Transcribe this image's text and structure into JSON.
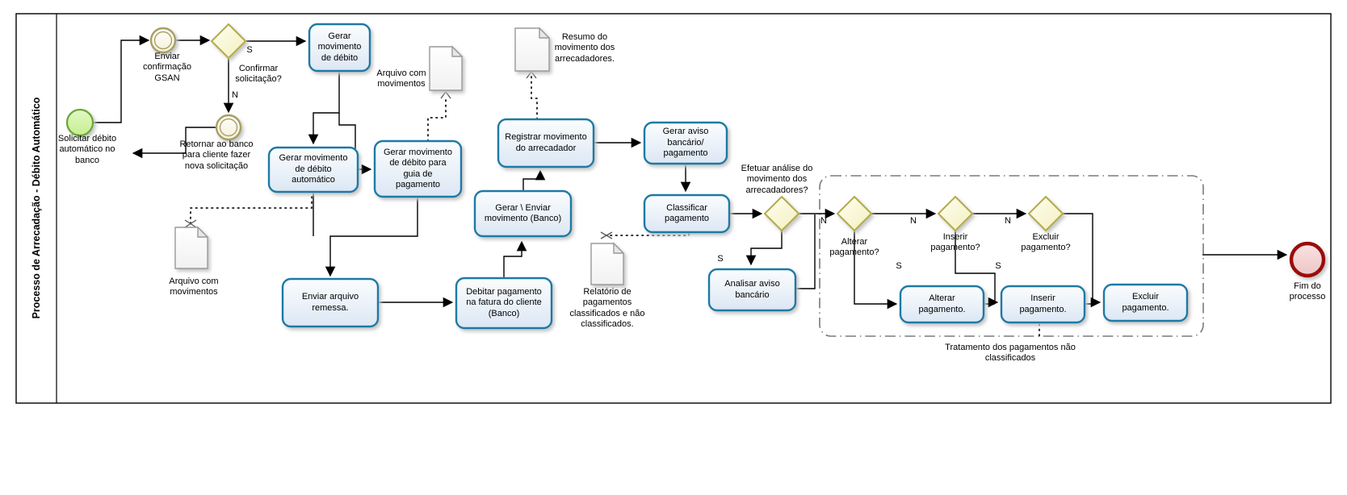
{
  "pool": {
    "label": "Processo  de Arrecadação - Débito Automático"
  },
  "events": {
    "start": {
      "label": "Solicitar débito\nautomático no\nbanco"
    },
    "enviar_confirmacao_gsan": {
      "label": "Enviar\nconfirmação\nGSAN"
    },
    "retornar_ao_banco": {
      "label": "Retornar ao banco\npara cliente fazer\nnova solicitação"
    },
    "fim_do_processo": {
      "label": "Fim do\nprocesso"
    }
  },
  "gateways": {
    "confirmar_solicitacao": {
      "label": "Confirmar\nsolicitação?",
      "yes": "S",
      "no": "N"
    },
    "efetuar_analise": {
      "label": "Efetuar análise do\nmovimento dos\narrecadadores?",
      "yes": "S",
      "no": "N"
    },
    "alterar_pagamento": {
      "label": "Alterar\npagamento?",
      "yes": "S",
      "no": "N"
    },
    "inserir_pagamento": {
      "label": "Inserir\npagamento?",
      "yes": "S",
      "no": "N"
    },
    "excluir_pagamento": {
      "label": "Excluir\npagamento?"
    }
  },
  "tasks": {
    "gerar_movimento_debito": {
      "label": "Gerar\nmovimento\nde débito"
    },
    "gerar_movimento_debito_automatico": {
      "label": "Gerar movimento\nde débito\nautomático"
    },
    "gerar_movimento_guia": {
      "label": "Gerar movimento\nde débito para\nguia de\npagamento"
    },
    "registrar_movimento": {
      "label": "Registrar movimento\ndo arrecadador"
    },
    "gerar_aviso": {
      "label": "Gerar aviso\nbancário/\npagamento"
    },
    "classificar_pagamento": {
      "label": "Classificar\npagamento"
    },
    "gerar_enviar_movimento": {
      "label": "Gerar \\ Enviar\nmovimento (Banco)"
    },
    "debitar_pagamento": {
      "label": "Debitar pagamento\nna fatura do cliente\n(Banco)"
    },
    "enviar_arquivo_remessa": {
      "label": "Enviar arquivo\nremessa."
    },
    "analisar_aviso": {
      "label": "Analisar aviso\nbancário"
    },
    "alterar_pagamento": {
      "label": "Alterar\npagamento."
    },
    "inserir_pagamento": {
      "label": "Inserir\npagamento."
    },
    "excluir_pagamento": {
      "label": "Excluir\npagamento."
    }
  },
  "documents": {
    "arquivo_movimentos_top": {
      "label": "Arquivo com\nmovimentos"
    },
    "resumo_movimento": {
      "label": "Resumo do\nmovimento dos\narrecadadores."
    },
    "arquivo_movimentos_bottom": {
      "label": "Arquivo com\nmovimentos"
    },
    "relatorio_pagamentos": {
      "label": "Relatório de\npagamentos\nclassificados e não\nclassificados."
    }
  },
  "group": {
    "label": "Tratamento dos pagamentos não\nclassificados"
  },
  "colors": {
    "task_border": "#1b7aa5",
    "gateway_border": "#b3ab4a",
    "start_border": "#6aa637",
    "intermediate_border": "#a89f63",
    "end_border": "#991111",
    "document_border": "#9a9a9a",
    "flow_line": "#000000"
  }
}
